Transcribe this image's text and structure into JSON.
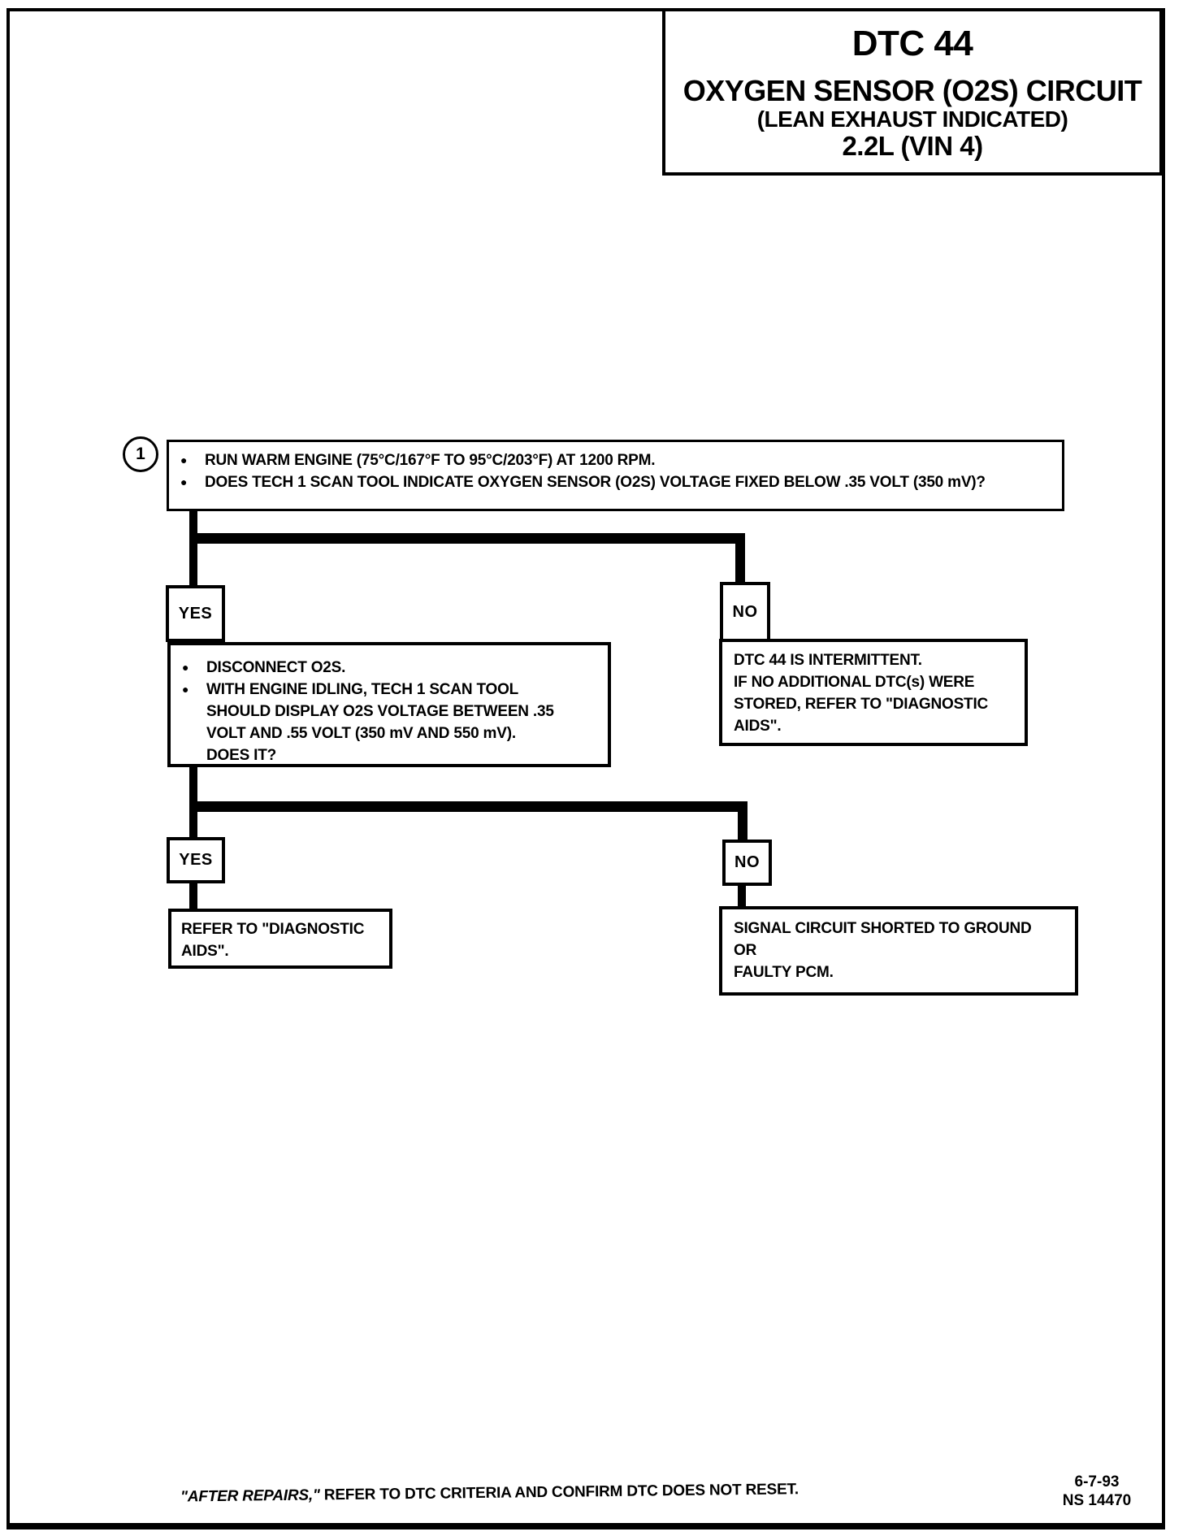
{
  "title_block": {
    "dtc": "DTC 44",
    "circuit": "OXYGEN SENSOR (O2S) CIRCUIT",
    "condition": "(LEAN EXHAUST INDICATED)",
    "engine": "2.2L  (VIN 4)"
  },
  "glyphs": {
    "bullet": "●"
  },
  "flowchart": {
    "step1": {
      "number": "1",
      "bullet1": "RUN WARM ENGINE  (75°C/167°F TO 95°C/203°F)  AT 1200 RPM.",
      "bullet2": "DOES TECH 1 SCAN TOOL INDICATE OXYGEN SENSOR (O2S) VOLTAGE FIXED BELOW .35 VOLT (350 mV)?"
    },
    "branch1": {
      "yes_label": "YES",
      "no_label": "NO"
    },
    "yes1_action": {
      "bullet1": "DISCONNECT O2S.",
      "bullet2_lines": [
        "WITH ENGINE IDLING, TECH 1 SCAN TOOL",
        "SHOULD DISPLAY O2S  VOLTAGE BETWEEN .35",
        "VOLT AND .55 VOLT (350 mV AND 550 mV).",
        "DOES IT?"
      ]
    },
    "no1_action": {
      "lines": [
        "DTC 44 IS INTERMITTENT.",
        "IF NO ADDITIONAL DTC(s) WERE",
        "STORED, REFER TO  \"DIAGNOSTIC",
        "AIDS\"."
      ]
    },
    "branch2": {
      "yes_label": "YES",
      "no_label": "NO"
    },
    "yes2_result": {
      "lines": [
        "REFER TO  \"DIAGNOSTIC",
        "AIDS\"."
      ]
    },
    "no2_result": {
      "lines": [
        "SIGNAL CIRCUIT SHORTED TO GROUND",
        "OR",
        "FAULTY PCM."
      ]
    }
  },
  "footer": {
    "note_italic": "\"AFTER REPAIRS,\"",
    "note_rest": " REFER TO DTC CRITERIA  AND CONFIRM DTC DOES NOT RESET.",
    "date": "6-7-93",
    "doc_number": "NS 14470"
  },
  "colors": {
    "ink": "#000000",
    "paper": "#ffffff"
  }
}
